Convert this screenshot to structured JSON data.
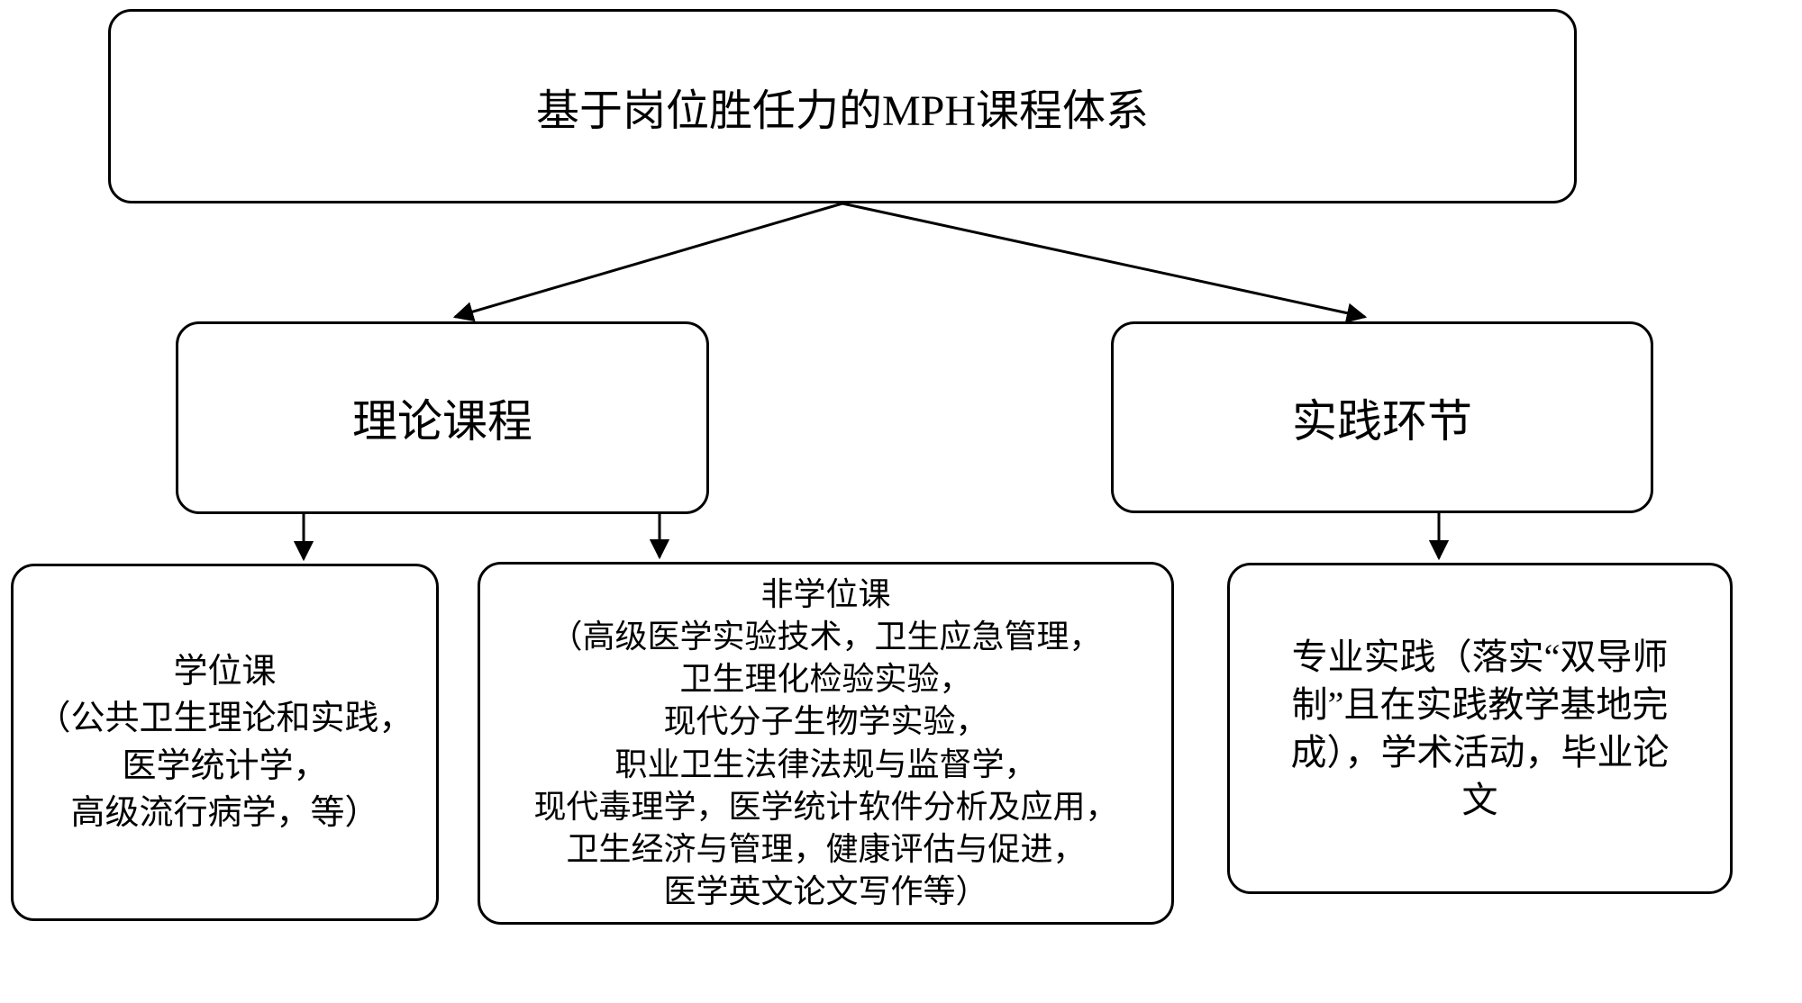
{
  "diagram": {
    "colors": {
      "border": "#000000",
      "background": "#ffffff",
      "text": "#000000"
    },
    "root": {
      "label": "基于岗位胜任力的MPH课程体系"
    },
    "theory": {
      "label": "理论课程"
    },
    "practice": {
      "label": "实践环节"
    },
    "degree": {
      "lines": [
        "学位课",
        "（公共卫生理论和实践，",
        "医学统计学，",
        "高级流行病学，等）"
      ]
    },
    "non_degree": {
      "lines": [
        "非学位课",
        "（高级医学实验技术，卫生应急管理，",
        "卫生理化检验实验，",
        "现代分子生物学实验，",
        "职业卫生法律法规与监督学，",
        "现代毒理学，医学统计软件分析及应用，",
        "卫生经济与管理，健康评估与促进，",
        "医学英文论文写作等）"
      ]
    },
    "professional_practice": {
      "lines": [
        "专业实践（落实“双导师",
        "制”且在实践教学基地完",
        "成），学术活动，毕业论",
        "文"
      ]
    }
  }
}
